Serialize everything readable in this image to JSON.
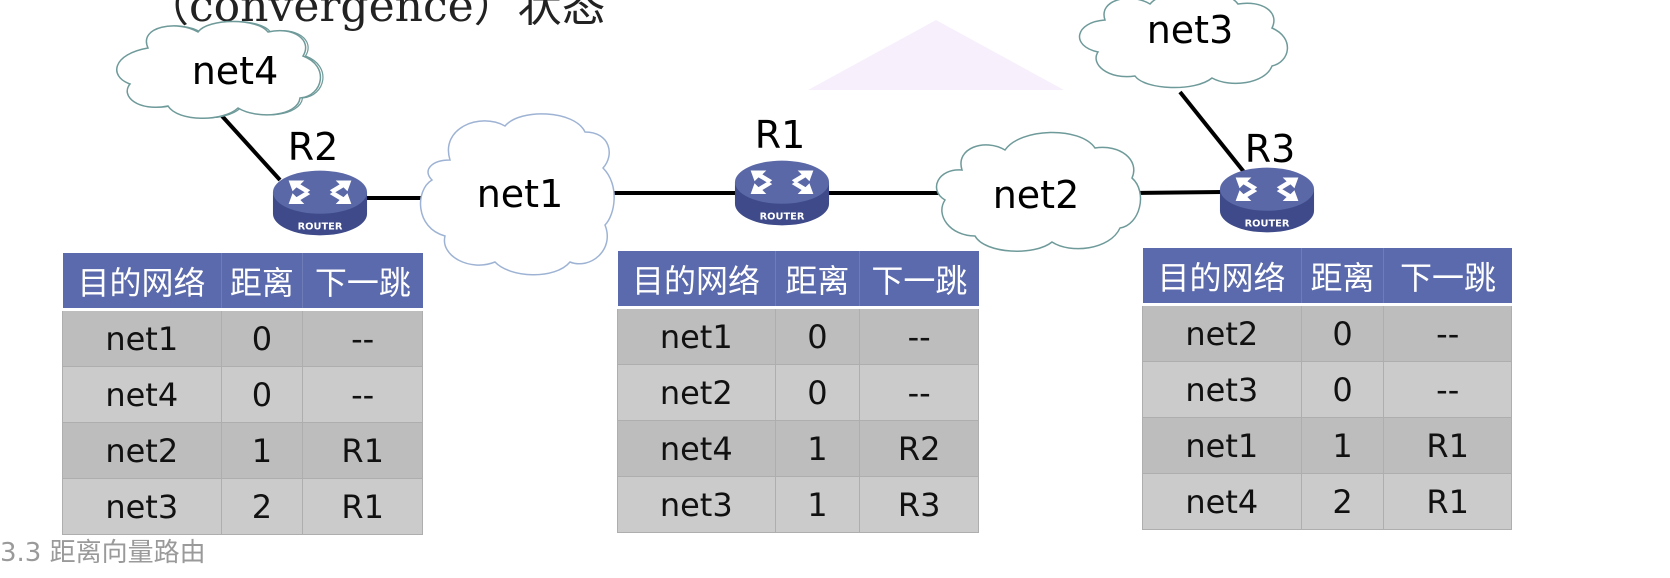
{
  "slide": {
    "title": "（convergence）状态",
    "footer": "3.3 距离向量路由"
  },
  "colors": {
    "table_header": "#5b6aac",
    "row_dark": "#bdbdbd",
    "row_light": "#cbcbcb",
    "router_body": "#5a68a8",
    "cloud_stroke": "#6f9a9a",
    "cloud_stroke_net1": "#9eb3d4",
    "triangle_fill": "#f7f0fc"
  },
  "networks": {
    "net1": "net1",
    "net2": "net2",
    "net3": "net3",
    "net4": "net4"
  },
  "routers": {
    "R1": {
      "label": "R1",
      "badge": "ROUTER"
    },
    "R2": {
      "label": "R2",
      "badge": "ROUTER"
    },
    "R3": {
      "label": "R3",
      "badge": "ROUTER"
    }
  },
  "tables": {
    "headers": [
      "目的网络",
      "距离",
      "下一跳"
    ],
    "R2": [
      [
        "net1",
        "0",
        "--"
      ],
      [
        "net4",
        "0",
        "--"
      ],
      [
        "net2",
        "1",
        "R1"
      ],
      [
        "net3",
        "2",
        "R1"
      ]
    ],
    "R1": [
      [
        "net1",
        "0",
        "--"
      ],
      [
        "net2",
        "0",
        "--"
      ],
      [
        "net4",
        "1",
        "R2"
      ],
      [
        "net3",
        "1",
        "R3"
      ]
    ],
    "R3": [
      [
        "net2",
        "0",
        "--"
      ],
      [
        "net3",
        "0",
        "--"
      ],
      [
        "net1",
        "1",
        "R1"
      ],
      [
        "net4",
        "2",
        "R1"
      ]
    ]
  }
}
